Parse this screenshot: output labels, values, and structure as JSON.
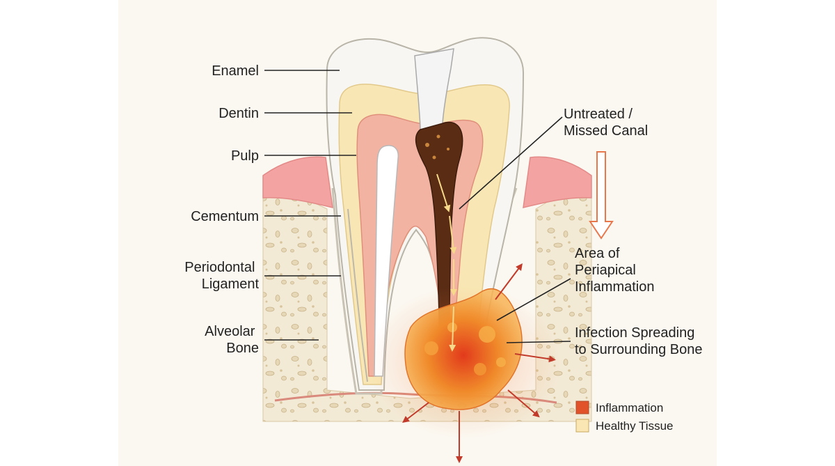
{
  "diagram": {
    "labels_left": [
      {
        "id": "enamel",
        "lines": [
          "Enamel"
        ]
      },
      {
        "id": "dentin",
        "lines": [
          "Dentin"
        ]
      },
      {
        "id": "pulp",
        "lines": [
          "Pulp"
        ]
      },
      {
        "id": "cementum",
        "lines": [
          "Cementum"
        ]
      },
      {
        "id": "periodontal-ligament",
        "lines": [
          "Periodontal",
          "Ligament"
        ]
      },
      {
        "id": "alveolar-bone",
        "lines": [
          "Alveolar",
          "Bone"
        ]
      }
    ],
    "labels_right": [
      {
        "id": "untreated-canal",
        "lines": [
          "Untreated /",
          "Missed Canal"
        ]
      },
      {
        "id": "periapical-inflammation",
        "lines": [
          "Area of",
          "Periapical",
          "Inflammation"
        ]
      },
      {
        "id": "infection-spreading",
        "lines": [
          "Infection Spreading",
          "to Surrounding Bone"
        ]
      }
    ],
    "legend": [
      {
        "id": "inflammation",
        "label": "Inflammation",
        "color": "#e2522a"
      },
      {
        "id": "healthy-tissue",
        "label": "Healthy Tissue",
        "color": "#f9e6b3"
      }
    ],
    "colors": {
      "enamel": "#f7f6f2",
      "dentin": "#f8e7b4",
      "pulp": "#f2b3a2",
      "gum": "#f3a3a2",
      "bone": "#f3ead6",
      "infection": "#f08a2a",
      "decay": "#5a2c14",
      "arrow": "#c23a2a",
      "down_arrow": "#e8774c"
    }
  }
}
